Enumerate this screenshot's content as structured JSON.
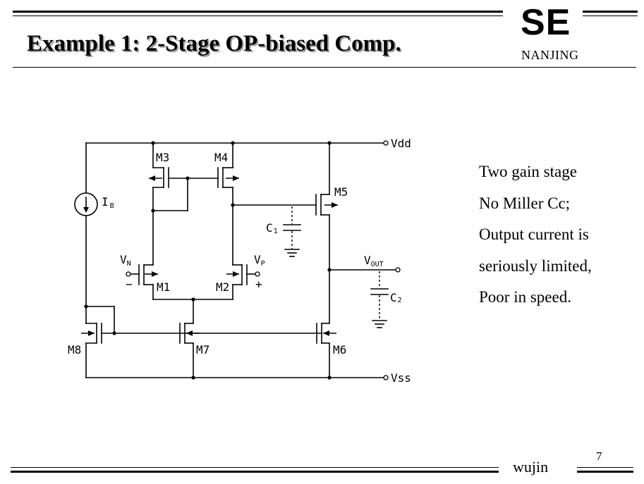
{
  "slide": {
    "title": "Example 1: 2-Stage OP-biased Comp.",
    "logo_text": "SE",
    "logo_subtext": "NANJING",
    "notes": [
      "Two gain stage",
      "No Miller Cc;",
      "Output current is",
      "seriously limited,",
      "Poor in speed."
    ],
    "author": "wujin",
    "page_number": "7"
  },
  "circuit": {
    "transistors": [
      "M1",
      "M2",
      "M3",
      "M4",
      "M5",
      "M6",
      "M7",
      "M8"
    ],
    "vdd": "Vdd",
    "vss": "Vss",
    "current_source": {
      "main": "I",
      "sub": "B"
    },
    "vn": {
      "main": "V",
      "sub": "N",
      "sign": "−"
    },
    "vp": {
      "main": "V",
      "sub": "P",
      "sign": "+"
    },
    "vout": {
      "main": "V",
      "sub": "OUT"
    },
    "c1": {
      "main": "C",
      "sub": "1"
    },
    "c2": {
      "main": "C",
      "sub": "2"
    }
  }
}
